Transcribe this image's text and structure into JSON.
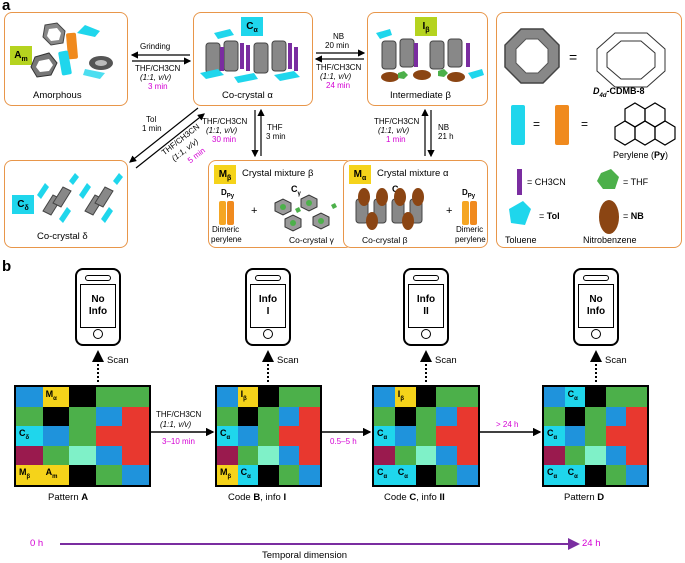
{
  "panel_a": {
    "letter": "a",
    "amorphous": {
      "tag": "Am",
      "tag_main": "A",
      "tag_sub": "m",
      "caption": "Amorphous"
    },
    "co_crystal_alpha": {
      "tag_main": "C",
      "tag_sub": "α",
      "caption": "Co-crystal α"
    },
    "intermediate_beta": {
      "tag_main": "I",
      "tag_sub": "β",
      "caption": "Intermediate β"
    },
    "co_crystal_delta": {
      "tag_main": "C",
      "tag_sub": "δ",
      "caption": "Co-crystal δ"
    },
    "mixture_beta": {
      "tag_main": "M",
      "tag_sub": "β",
      "title": "Crystal mixture β",
      "dpy_main": "D",
      "dpy_sub": "Py",
      "c_gamma_main": "C",
      "c_gamma_sub": "γ",
      "plus": "+",
      "dimeric": "Dimeric",
      "perylene": "perylene",
      "co_crystal": "Co-crystal γ"
    },
    "mixture_alpha": {
      "tag_main": "M",
      "tag_sub": "α",
      "title": "Crystal mixture α",
      "c_beta_main": "C",
      "c_beta_sub": "β",
      "dpy_main": "D",
      "dpy_sub": "Py",
      "plus": "+",
      "co_crystal": "Co-crystal β",
      "dimeric": "Dimeric",
      "perylene": "perylene"
    },
    "arrows": {
      "grinding": "Grinding",
      "thf_ch3cn": "THF/CH3CN",
      "ratio": "(1:1, v/v)",
      "t3min": "3 min",
      "nb": "NB",
      "t20min": "20 min",
      "t24min": "24 min",
      "tol": "Tol",
      "t1min": "1 min",
      "t5min": "5 min",
      "t30min": "30 min",
      "thf": "THF",
      "t3min_b": "3 min",
      "t1min_b": "1 min",
      "nb2": "NB",
      "t21h": "21 h"
    },
    "legend": {
      "equals": "=",
      "compound_main": "D",
      "compound_sub": "4d",
      "compound_rest": "-CDMB-8",
      "perylene": "Perylene (",
      "perylene_py": "Py",
      "perylene_end": ")",
      "ch3cn": "= CH3CN",
      "thf": "= THF",
      "tol_eq": "= ",
      "tol": "Tol",
      "nb_eq": "= ",
      "nb": "NB",
      "toluene": "Toluene",
      "nitrobenzene": "Nitrobenzene"
    }
  },
  "panel_b": {
    "letter": "b",
    "scan": "Scan",
    "phones": [
      {
        "line1": "No",
        "line2": "Info"
      },
      {
        "line1": "Info",
        "line2": "I"
      },
      {
        "line1": "Info",
        "line2": "II"
      },
      {
        "line1": "No",
        "line2": "Info"
      }
    ],
    "arrow1": {
      "line1": "THF/CH3CN",
      "line2": "(1:1, v/v)",
      "time": "3–10 min"
    },
    "arrow2": {
      "time": "0.5–5 h"
    },
    "arrow3": {
      "time": "> 24 h"
    },
    "captions": [
      {
        "pre": "Pattern ",
        "bold": "A",
        "post": ""
      },
      {
        "pre": "Code ",
        "bold": "B",
        "post": ", info ",
        "bold2": "I"
      },
      {
        "pre": "Code ",
        "bold": "C",
        "post": ", info ",
        "bold2": "II"
      },
      {
        "pre": "Pattern ",
        "bold": "D",
        "post": ""
      }
    ],
    "timeline": {
      "start": "0 h",
      "end": "24 h",
      "label": "Temporal dimension"
    },
    "grid_labels": {
      "A": [
        [
          "M",
          "α"
        ],
        [
          "C",
          "δ"
        ],
        [
          "M",
          "β"
        ],
        [
          "A",
          "m"
        ]
      ],
      "B": [
        [
          "I",
          "β"
        ],
        [
          "C",
          "α"
        ],
        [
          "M",
          "β"
        ],
        [
          "C",
          "α"
        ]
      ],
      "C": [
        [
          "I",
          "β"
        ],
        [
          "C",
          "α"
        ],
        [
          "C",
          "α"
        ],
        [
          "C",
          "α"
        ]
      ],
      "D": [
        [
          "C",
          "α"
        ],
        [
          "C",
          "α"
        ],
        [
          "C",
          "α"
        ],
        [
          "C",
          "α"
        ]
      ]
    }
  },
  "colors": {
    "orange": "#e8964a",
    "cyan": "#1fd6ec",
    "green": "#4cb04a",
    "red": "#e8382f",
    "blue": "#1f93dc",
    "black": "#000000",
    "maroon": "#9a1a4e",
    "mint": "#7ff1c8",
    "yellow": "#f5d31a",
    "magenta": "#d400d4",
    "purple": "#7a2da0"
  }
}
